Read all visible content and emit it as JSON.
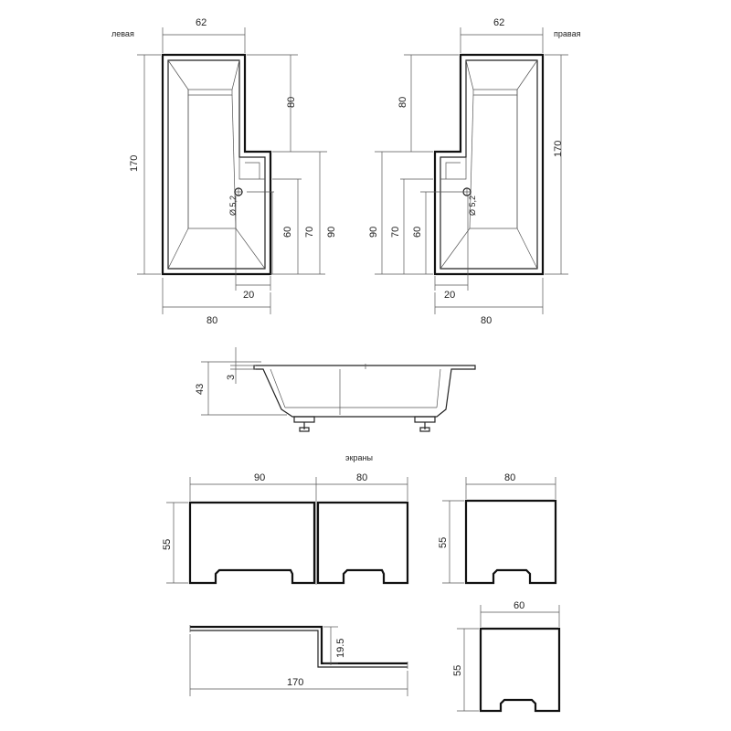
{
  "labels": {
    "left": "левая",
    "right": "правая",
    "screens": "экраны"
  },
  "dimensions": {
    "width_top": "62",
    "height_total": "170",
    "step_height": "80",
    "drain_diameter": "Ø 5,2",
    "d60": "60",
    "d70": "70",
    "d90": "90",
    "offset_20": "20",
    "width_bottom": "80",
    "side_height": "43",
    "rim": "3",
    "screen_90": "90",
    "screen_80": "80",
    "screen_height": "55",
    "screen_60": "60",
    "step_19_5": "19.5",
    "screen_170": "170"
  }
}
